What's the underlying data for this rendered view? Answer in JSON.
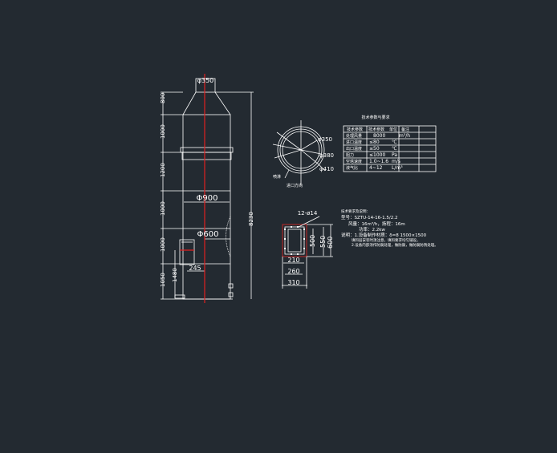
{
  "elevation": {
    "top_outlet": "φ350",
    "segment_heights": [
      "800",
      "1000",
      "1200",
      "1000",
      "1000",
      "1050"
    ],
    "total_height": "8230",
    "inlet_height": "1480",
    "inner_diameter": "Φ900",
    "inlet_diameter": "Φ600",
    "inlet_width": "245"
  },
  "plan": {
    "d1": "φ350",
    "d2": "φ380",
    "d3": "φ410",
    "label_left": "喷淋",
    "label_bottom": "进口方向"
  },
  "table": {
    "title": "技术参数与要求",
    "headers": [
      "技术参数",
      "技术参数",
      "单位",
      "备注"
    ],
    "rows": [
      [
        "处理风量",
        "8000",
        "m³/h",
        ""
      ],
      [
        "进口温度",
        "≤80",
        "℃",
        ""
      ],
      [
        "出口温度",
        "≤50",
        "℃",
        ""
      ],
      [
        "阻力",
        "≤1000",
        "Pa",
        ""
      ],
      [
        "空塔速度",
        "1.0~1.6",
        "m/s",
        ""
      ],
      [
        "液气比",
        "4~12",
        "L/m³",
        ""
      ]
    ]
  },
  "foundation": {
    "holes": "12-ø14",
    "dim_500": "500",
    "dim_550": "550",
    "dim_600": "600",
    "dim_210": "210",
    "dim_260": "260",
    "dim_310": "310"
  },
  "notes": [
    "技术要求及说明：",
    "型号：SZTU-14-16-1.5/2.2",
    "风量：16m³/h，扬程：16m",
    "功率：2.2kw",
    "说明：1.设备制作材质：δ=8 1500×1500",
    "填料层安装时须注意，填料要求均匀铺设，",
    "2.设备内部须作防腐处理，做防腐，做防腐防锈处理。"
  ]
}
